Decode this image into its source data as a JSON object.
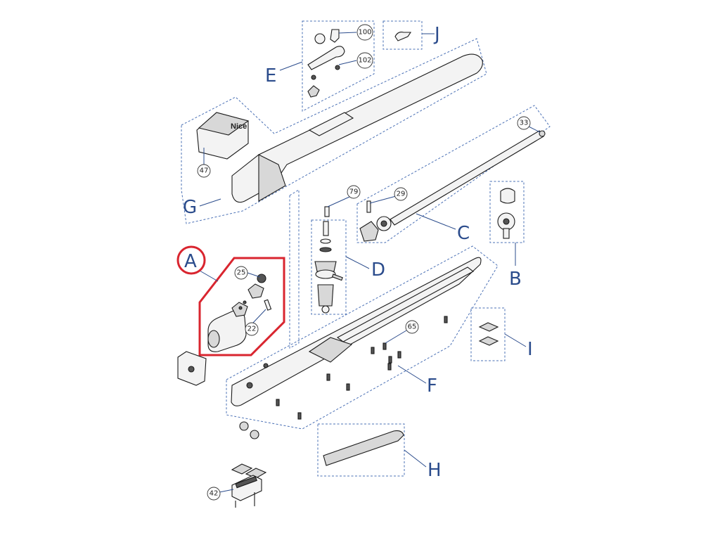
{
  "colors": {
    "accent_blue": "#2b4c8c",
    "dash_blue": "#4a70b5",
    "highlight_red": "#d9252f"
  },
  "groups": {
    "A": "A",
    "B": "B",
    "C": "C",
    "D": "D",
    "E": "E",
    "F": "F",
    "G": "G",
    "H": "H",
    "I": "I",
    "J": "J"
  },
  "parts": {
    "p100": "100",
    "p102": "102",
    "p33": "33",
    "p47": "47",
    "p79": "79",
    "p29": "29",
    "p25": "25",
    "p22": "22",
    "p65": "65",
    "p42": "42"
  },
  "cover_logo": "Nice"
}
